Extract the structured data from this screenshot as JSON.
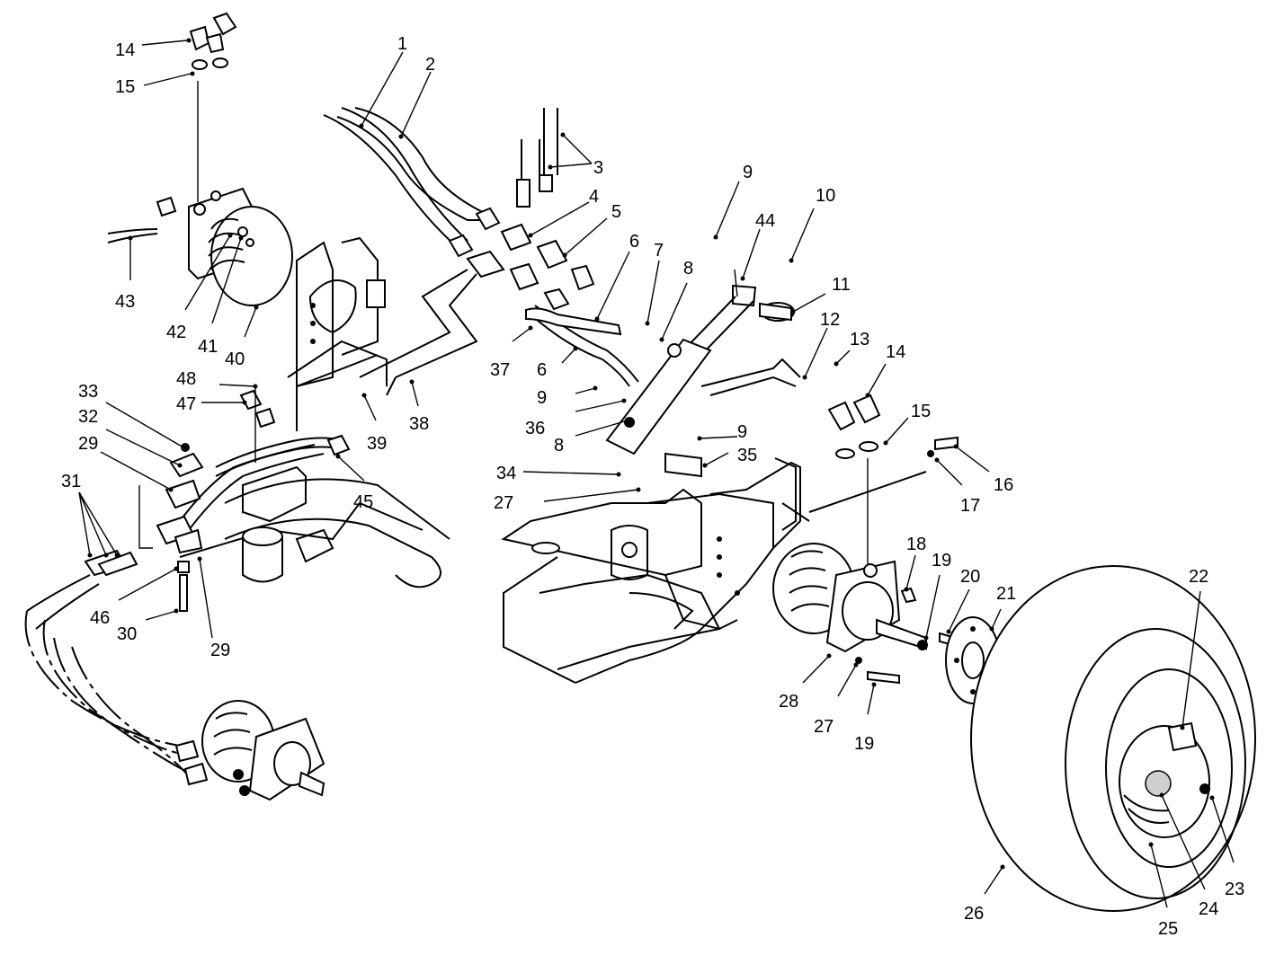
{
  "diagram": {
    "callouts": [
      {
        "id": "c1",
        "text": "1"
      },
      {
        "id": "c2",
        "text": "2"
      },
      {
        "id": "c3",
        "text": "3"
      },
      {
        "id": "c4",
        "text": "4"
      },
      {
        "id": "c5",
        "text": "5"
      },
      {
        "id": "c6a",
        "text": "6"
      },
      {
        "id": "c6b",
        "text": "6"
      },
      {
        "id": "c7",
        "text": "7"
      },
      {
        "id": "c8a",
        "text": "8"
      },
      {
        "id": "c8b",
        "text": "8"
      },
      {
        "id": "c9a",
        "text": "9"
      },
      {
        "id": "c9b",
        "text": "9"
      },
      {
        "id": "c9c",
        "text": "9"
      },
      {
        "id": "c10",
        "text": "10"
      },
      {
        "id": "c11",
        "text": "11"
      },
      {
        "id": "c12",
        "text": "12"
      },
      {
        "id": "c13",
        "text": "13"
      },
      {
        "id": "c14a",
        "text": "14"
      },
      {
        "id": "c14b",
        "text": "14"
      },
      {
        "id": "c15a",
        "text": "15"
      },
      {
        "id": "c15b",
        "text": "15"
      },
      {
        "id": "c16",
        "text": "16"
      },
      {
        "id": "c17",
        "text": "17"
      },
      {
        "id": "c18",
        "text": "18"
      },
      {
        "id": "c19a",
        "text": "19"
      },
      {
        "id": "c19b",
        "text": "19"
      },
      {
        "id": "c20",
        "text": "20"
      },
      {
        "id": "c21",
        "text": "21"
      },
      {
        "id": "c22",
        "text": "22"
      },
      {
        "id": "c23",
        "text": "23"
      },
      {
        "id": "c24",
        "text": "24"
      },
      {
        "id": "c25",
        "text": "25"
      },
      {
        "id": "c26",
        "text": "26"
      },
      {
        "id": "c27a",
        "text": "27"
      },
      {
        "id": "c27b",
        "text": "27"
      },
      {
        "id": "c28",
        "text": "28"
      },
      {
        "id": "c29a",
        "text": "29"
      },
      {
        "id": "c29b",
        "text": "29"
      },
      {
        "id": "c30",
        "text": "30"
      },
      {
        "id": "c31",
        "text": "31"
      },
      {
        "id": "c32",
        "text": "32"
      },
      {
        "id": "c33",
        "text": "33"
      },
      {
        "id": "c34",
        "text": "34"
      },
      {
        "id": "c35",
        "text": "35"
      },
      {
        "id": "c36",
        "text": "36"
      },
      {
        "id": "c37",
        "text": "37"
      },
      {
        "id": "c38",
        "text": "38"
      },
      {
        "id": "c39",
        "text": "39"
      },
      {
        "id": "c40",
        "text": "40"
      },
      {
        "id": "c41",
        "text": "41"
      },
      {
        "id": "c42",
        "text": "42"
      },
      {
        "id": "c43",
        "text": "43"
      },
      {
        "id": "c44",
        "text": "44"
      },
      {
        "id": "c45",
        "text": "45"
      },
      {
        "id": "c46",
        "text": "46"
      },
      {
        "id": "c47",
        "text": "47"
      },
      {
        "id": "c48",
        "text": "48"
      }
    ]
  }
}
